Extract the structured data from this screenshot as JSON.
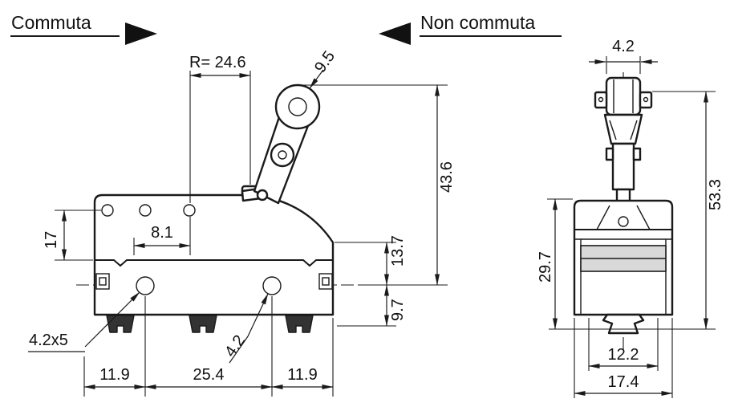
{
  "header": {
    "commuta": "Commuta",
    "non_commuta": "Non commuta"
  },
  "side_view": {
    "lever_radius": "R= 24.6",
    "roller_diameter": "9.5",
    "h_total": "43.6",
    "h_upper": "13.7",
    "h_lower": "9.7",
    "h_left": "17",
    "w_inner": "8.1",
    "slot_label": "4.2x5",
    "hole_label": "4.2",
    "pitch_left": "11.9",
    "pitch_center": "25.4",
    "pitch_right": "11.9"
  },
  "front_view": {
    "lever_width": "4.2",
    "h_total": "53.3",
    "h_body": "29.7",
    "w_inner": "12.2",
    "w_total": "17.4"
  },
  "colors": {
    "line": "#1a1a1a",
    "background": "#ffffff",
    "terminal_fill": "#333333",
    "band_fill": "#d9d9d9"
  }
}
